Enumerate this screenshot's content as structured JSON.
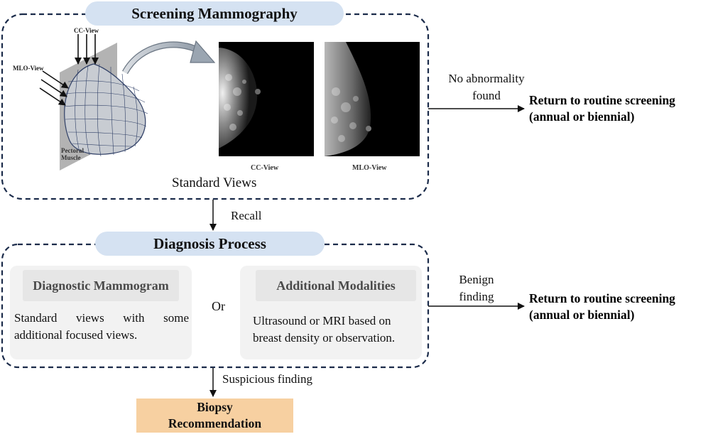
{
  "screening": {
    "title": "Screening Mammography",
    "illustration": {
      "cc_label": "CC-View",
      "mlo_label": "MLO-View",
      "muscle_label": "Pectoral\nMuscle"
    },
    "images": [
      {
        "caption": "CC-View"
      },
      {
        "caption": "MLO-View"
      }
    ],
    "standard_views_label": "Standard Views"
  },
  "edges": {
    "no_abnormality": "No abnormality\nfound",
    "recall": "Recall",
    "benign": "Benign\nfinding",
    "suspicious": "Suspicious finding"
  },
  "outcomes": {
    "top": "Return to routine screening\n(annual or biennial)",
    "middle": "Return to routine screening\n(annual or biennial)"
  },
  "diagnosis": {
    "title": "Diagnosis Process",
    "connector": "Or",
    "options": [
      {
        "title": "Diagnostic Mammogram",
        "text": "Standard views with some additional focused views."
      },
      {
        "title": "Additional Modalities",
        "text": "Ultrasound or MRI based on breast density or observation."
      }
    ]
  },
  "biopsy": {
    "label": "Biopsy\nRecommendation"
  },
  "colors": {
    "pill": "#d5e2f2",
    "card": "#f2f2f2",
    "card_header": "#e6e6e6",
    "biopsy": "#f7d0a1",
    "dashed_border": "#1b2b4a"
  }
}
